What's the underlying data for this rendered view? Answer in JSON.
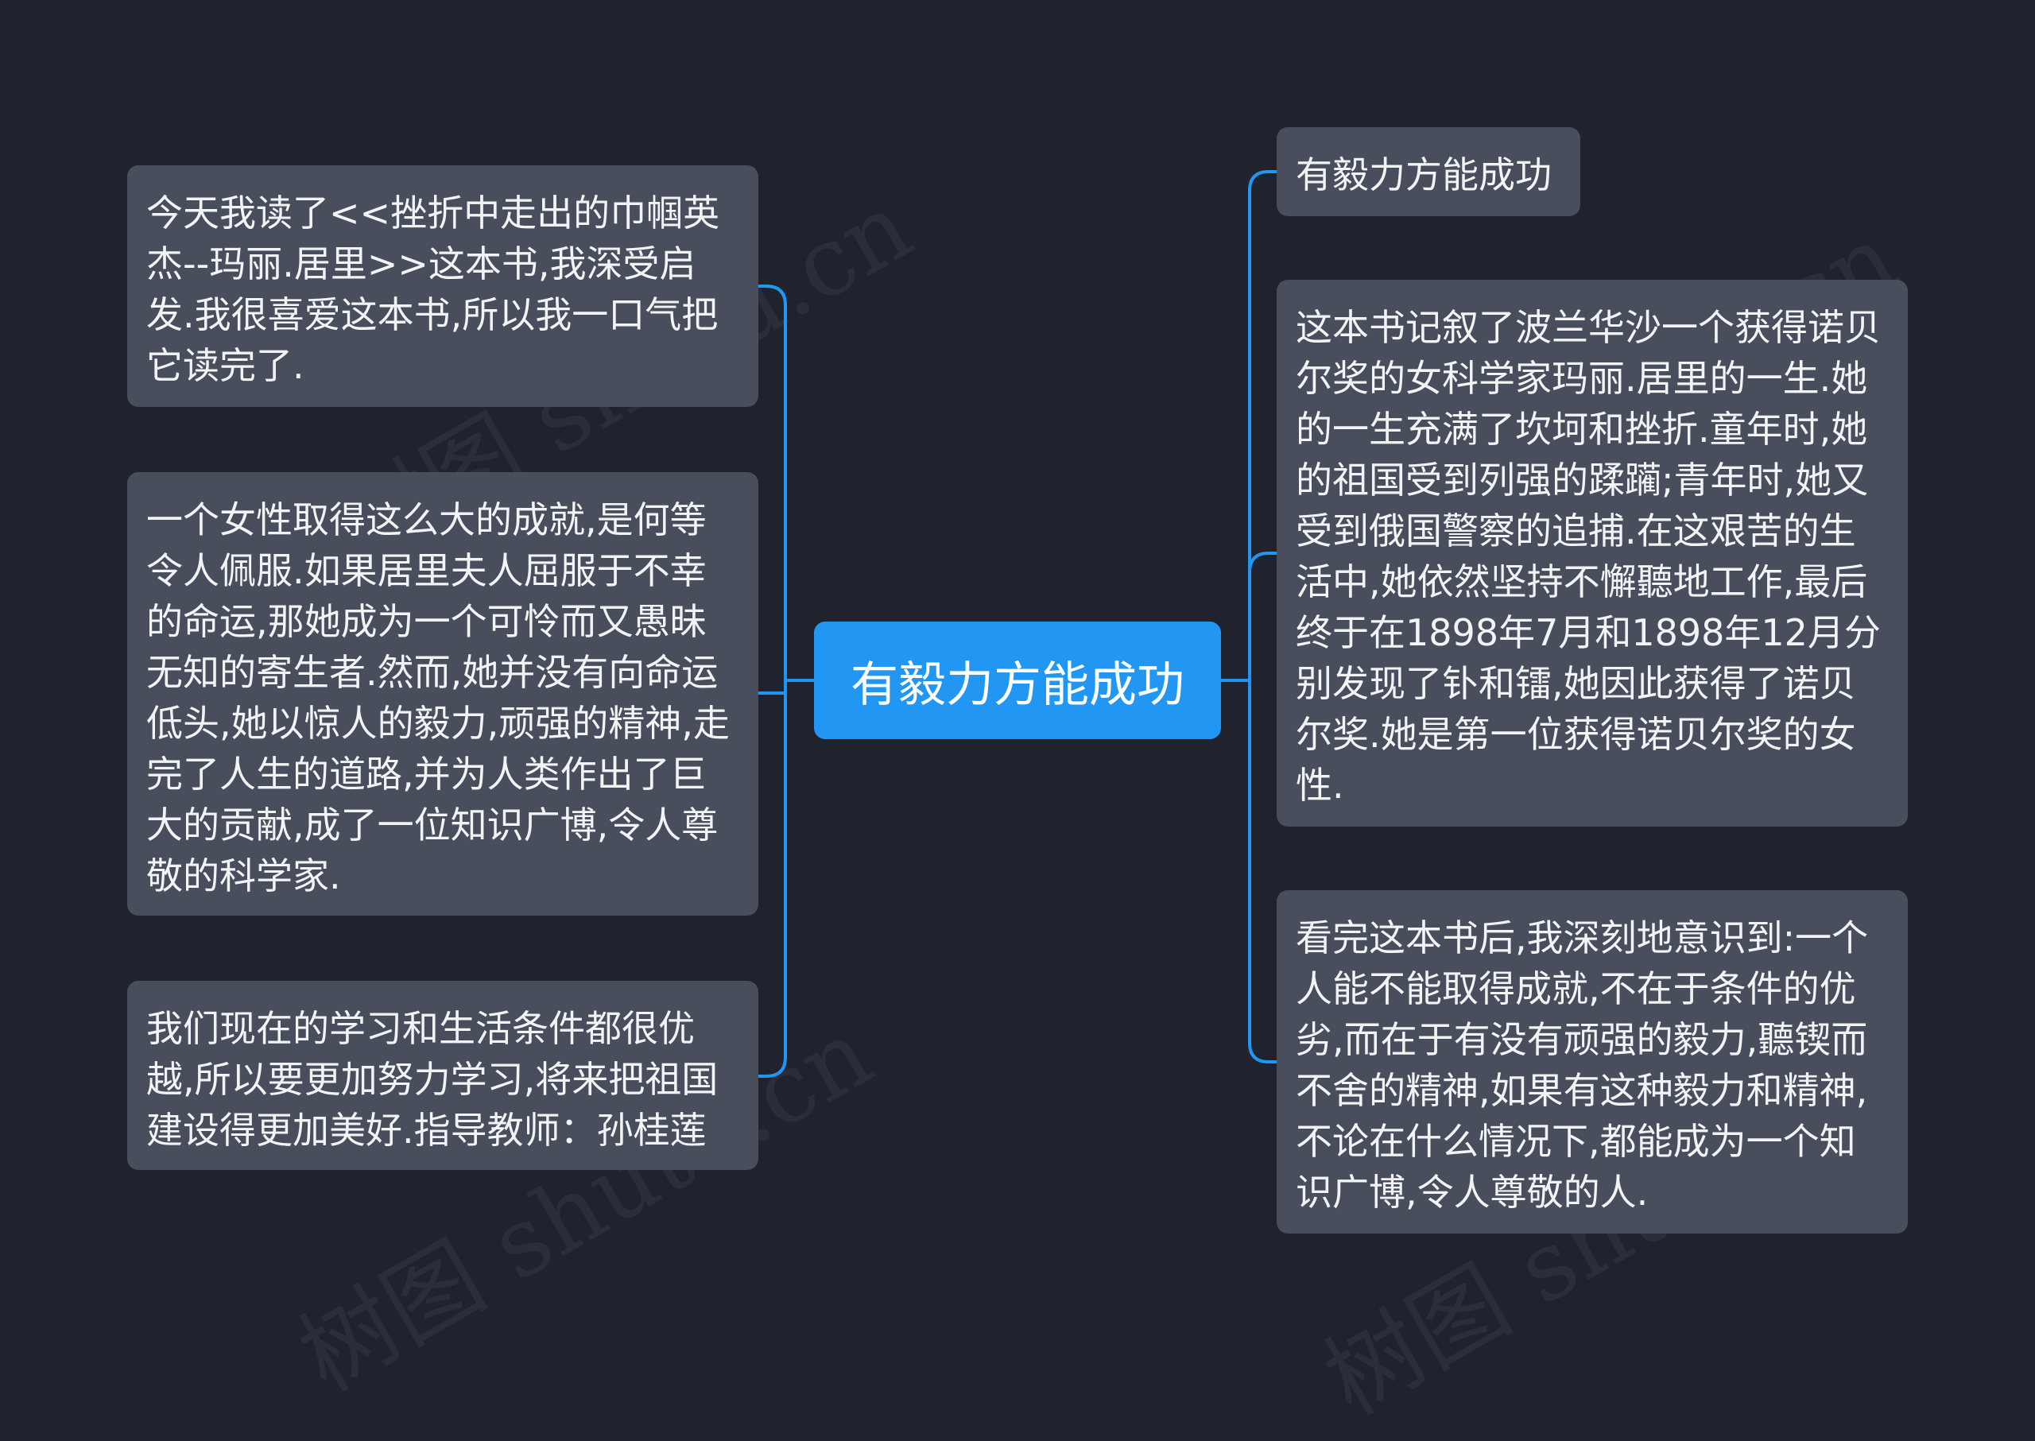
{
  "colors": {
    "background": "#20232e",
    "node": "#484e5c",
    "root": "#2196f3",
    "connector": "#2196f3",
    "text": "#f2f3f5"
  },
  "root": {
    "label": "有毅力方能成功"
  },
  "left_branches": [
    {
      "text": "今天我读了<<挫折中走出的巾帼英杰--玛丽.居里>>这本书,我深受启发.我很喜爱这本书,所以我一口气把它读完了."
    },
    {
      "text": "一个女性取得这么大的成就,是何等令人佩服.如果居里夫人屈服于不幸的命运,那她成为一个可怜而又愚昧无知的寄生者.然而,她并没有向命运低头,她以惊人的毅力,顽强的精神,走完了人生的道路,并为人类作出了巨大的贡献,成了一位知识广博,令人尊敬的科学家."
    },
    {
      "text": "我们现在的学习和生活条件都很优越,所以要更加努力学习,将来把祖国建设得更加美好.指导教师：孙桂莲"
    }
  ],
  "right_branches": [
    {
      "text": "有毅力方能成功"
    },
    {
      "text": "这本书记叙了波兰华沙一个获得诺贝尔奖的女科学家玛丽.居里的一生.她的一生充满了坎坷和挫折.童年时,她的祖国受到列强的蹂躏;青年时,她又受到俄国警察的追捕.在这艰苦的生活中,她依然坚持不懈聽地工作,最后终于在1898年7月和1898年12月分别发现了钋和镭,她因此获得了诺贝尔奖.她是第一位获得诺贝尔奖的女性."
    },
    {
      "text": "看完这本书后,我深刻地意识到:一个人能不能取得成就,不在于条件的优劣,而在于有没有顽强的毅力,聽锲而不舍的精神,如果有这种毅力和精神,不论在什么情况下,都能成为一个知识广博,令人尊敬的人."
    }
  ]
}
